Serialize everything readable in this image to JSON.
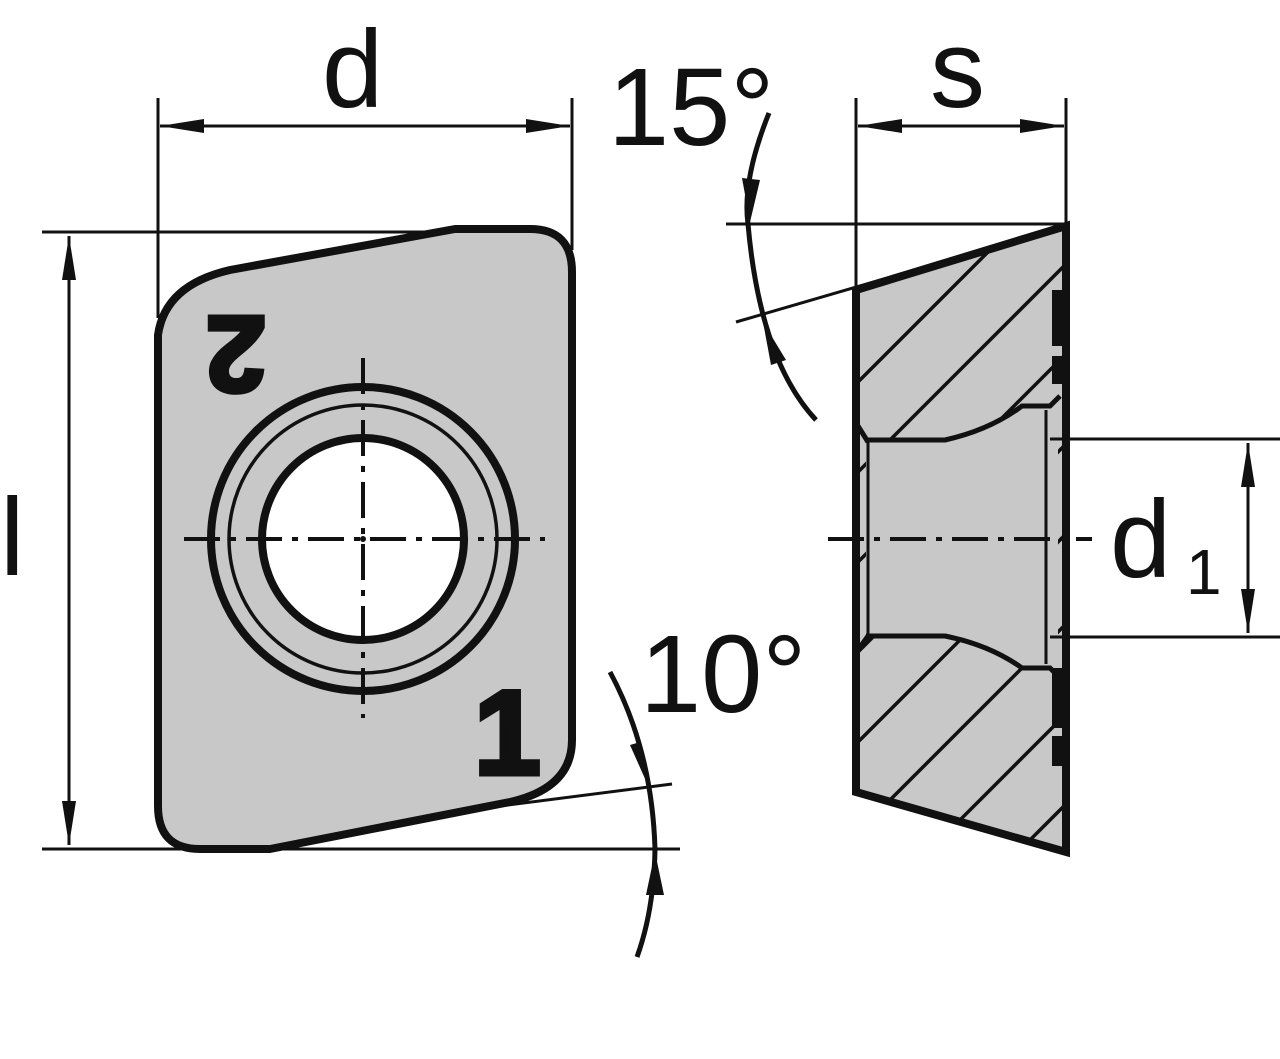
{
  "diagram": {
    "type": "technical-drawing",
    "subject": "indexable milling insert, top view and cross-section",
    "colors": {
      "body_fill": "#c8c8c8",
      "line": "#111111",
      "background": "#ffffff",
      "hole_fill": "#ffffff"
    },
    "labels": {
      "d": "d",
      "l": "l",
      "s": "s",
      "d1_main": "d",
      "d1_sub": "1",
      "angle_top": "15°",
      "angle_bottom": "10°"
    },
    "markings": {
      "corner_top": "2",
      "corner_bottom": "1"
    }
  }
}
